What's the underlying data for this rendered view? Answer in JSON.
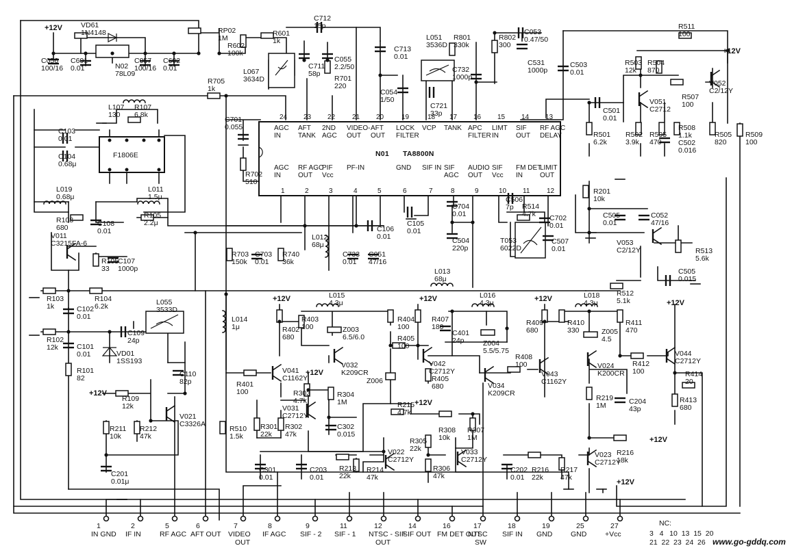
{
  "ic": {
    "ref": "N01",
    "part": "TA8800N",
    "top_pins": [
      {
        "num": "24",
        "l1": "AGC",
        "l2": "IN"
      },
      {
        "num": "23",
        "l1": "AFT",
        "l2": "TANK"
      },
      {
        "num": "22",
        "l1": "2ND",
        "l2": "AGC"
      },
      {
        "num": "21",
        "l1": "VIDEO-",
        "l2": "OUT"
      },
      {
        "num": "20",
        "l1": "AFT",
        "l2": "OUT"
      },
      {
        "num": "19",
        "l1": "LOCK",
        "l2": "FILTER"
      },
      {
        "num": "18",
        "l1": "VCP",
        "l2": ""
      },
      {
        "num": "17",
        "l1": "TANK",
        "l2": ""
      },
      {
        "num": "16",
        "l1": "APC",
        "l2": "FILTER"
      },
      {
        "num": "15",
        "l1": "LIMT",
        "l2": "IN"
      },
      {
        "num": "14",
        "l1": "SIF",
        "l2": "OUT"
      },
      {
        "num": "13",
        "l1": "RF AGC",
        "l2": "DELAY"
      }
    ],
    "bottom_pins": [
      {
        "num": "1",
        "l1": "AGC",
        "l2": "IN"
      },
      {
        "num": "2",
        "l1": "RF AGC",
        "l2": "OUT"
      },
      {
        "num": "3",
        "l1": "PIF",
        "l2": "Vcc"
      },
      {
        "num": "4",
        "l1": "PF-IN",
        "l2": ""
      },
      {
        "num": "5",
        "l1": "",
        "l2": ""
      },
      {
        "num": "6",
        "l1": "GND",
        "l2": ""
      },
      {
        "num": "7",
        "l1": "SIF IN",
        "l2": ""
      },
      {
        "num": "8",
        "l1": "SIF",
        "l2": "AGC"
      },
      {
        "num": "9",
        "l1": "AUDIO",
        "l2": "OUT"
      },
      {
        "num": "10",
        "l1": "SIF",
        "l2": "Vcc"
      },
      {
        "num": "11",
        "l1": "FM DET",
        "l2": "IN"
      },
      {
        "num": "12",
        "l1": "LIMIT",
        "l2": "OUT"
      }
    ]
  },
  "supply": {
    "plus12": "+12V",
    "vcc": "+V",
    "vcc_sub": "cc"
  },
  "components": [
    {
      "id": "vd61",
      "ref": "VD61",
      "val": "1N4148"
    },
    {
      "id": "n02",
      "ref": "N02",
      "val": "78L09"
    },
    {
      "id": "c056",
      "ref": "C056",
      "val": "100/16"
    },
    {
      "id": "c601",
      "ref": "C601",
      "val": "0.01"
    },
    {
      "id": "c057",
      "ref": "C057",
      "val": "100/16"
    },
    {
      "id": "c602",
      "ref": "C602",
      "val": "0.01"
    },
    {
      "id": "rp02",
      "ref": "RP02",
      "val": "1M"
    },
    {
      "id": "r602",
      "ref": "R602",
      "val": "100k"
    },
    {
      "id": "r601",
      "ref": "R601",
      "val": "1k"
    },
    {
      "id": "c712",
      "ref": "C712",
      "val": "15p"
    },
    {
      "id": "l067",
      "ref": "L067",
      "val": "3634D"
    },
    {
      "id": "c711",
      "ref": "C711",
      "val": "58p"
    },
    {
      "id": "c055",
      "ref": "C055",
      "val": "2.2/50"
    },
    {
      "id": "c713",
      "ref": "C713",
      "val": "0.01"
    },
    {
      "id": "r701",
      "ref": "R701",
      "val": "220"
    },
    {
      "id": "r705",
      "ref": "R705",
      "val": "1k"
    },
    {
      "id": "l051",
      "ref": "L051",
      "val": "3536D"
    },
    {
      "id": "c054",
      "ref": "C054",
      "val": "1/50"
    },
    {
      "id": "c721",
      "ref": "C721",
      "val": "33p"
    },
    {
      "id": "r801",
      "ref": "R801",
      "val": "330k"
    },
    {
      "id": "c732",
      "ref": "C732",
      "val": "1000p"
    },
    {
      "id": "r802",
      "ref": "R802",
      "val": "300"
    },
    {
      "id": "c053",
      "ref": "C053",
      "val": "0.47/50"
    },
    {
      "id": "c531",
      "ref": "C531",
      "val": "1000p"
    },
    {
      "id": "c503",
      "ref": "C503",
      "val": "0.01"
    },
    {
      "id": "r511",
      "ref": "R511",
      "val": "100"
    },
    {
      "id": "r503",
      "ref": "R503",
      "val": "12k"
    },
    {
      "id": "r504",
      "ref": "R504",
      "val": "870"
    },
    {
      "id": "v052",
      "ref": "V052",
      "val": "C2/12Y"
    },
    {
      "id": "r507",
      "ref": "R507",
      "val": "100"
    },
    {
      "id": "v051",
      "ref": "V051",
      "val": "C2712"
    },
    {
      "id": "c501",
      "ref": "C501",
      "val": "0.01"
    },
    {
      "id": "r501",
      "ref": "R501",
      "val": "6.2k"
    },
    {
      "id": "r502",
      "ref": "R502",
      "val": "3.9k"
    },
    {
      "id": "r505a",
      "ref": "R505",
      "val": "470"
    },
    {
      "id": "r508",
      "ref": "R508",
      "val": "1.1k"
    },
    {
      "id": "c502",
      "ref": "C502",
      "val": "0.016"
    },
    {
      "id": "r505b",
      "ref": "R505",
      "val": "820"
    },
    {
      "id": "r509",
      "ref": "R509",
      "val": "100"
    },
    {
      "id": "c701",
      "ref": "C701",
      "val": "0.055"
    },
    {
      "id": "r702",
      "ref": "R702",
      "val": "510"
    },
    {
      "id": "l107",
      "ref": "L107",
      "val": "130"
    },
    {
      "id": "r107",
      "ref": "R107",
      "val": "6.8k"
    },
    {
      "id": "c103",
      "ref": "C103",
      "val": "0.01"
    },
    {
      "id": "c104",
      "ref": "C104",
      "val": "0.68μ"
    },
    {
      "id": "f1806e",
      "ref": "",
      "val": "F1806E"
    },
    {
      "id": "l019",
      "ref": "L019",
      "val": "0.68μ"
    },
    {
      "id": "l011",
      "ref": "L011",
      "val": "1.5μ"
    },
    {
      "id": "r105a",
      "ref": "R105",
      "val": "2.2μ"
    },
    {
      "id": "r108",
      "ref": "R108",
      "val": "680"
    },
    {
      "id": "c108",
      "ref": "C108",
      "val": "0.01"
    },
    {
      "id": "c106",
      "ref": "C106",
      "val": "0.01"
    },
    {
      "id": "c105",
      "ref": "C105",
      "val": "0.01"
    },
    {
      "id": "c704",
      "ref": "C704",
      "val": "0.01"
    },
    {
      "id": "c504",
      "ref": "C504",
      "val": "220p"
    },
    {
      "id": "r201",
      "ref": "R201",
      "val": "10k"
    },
    {
      "id": "c505a",
      "ref": "C505",
      "val": "0.01"
    },
    {
      "id": "c052",
      "ref": "C052",
      "val": "47/16"
    },
    {
      "id": "c506",
      "ref": "C506",
      "val": "7p"
    },
    {
      "id": "r514",
      "ref": "R514",
      "val": "4.7k"
    },
    {
      "id": "c702",
      "ref": "C702",
      "val": "0.01"
    },
    {
      "id": "t053",
      "ref": "T053",
      "val": "6022D"
    },
    {
      "id": "c507",
      "ref": "C507",
      "val": "0.01"
    },
    {
      "id": "v053",
      "ref": "V053",
      "val": "C2/12Y"
    },
    {
      "id": "r513",
      "ref": "R513",
      "val": "5.6k"
    },
    {
      "id": "c505b",
      "ref": "C505",
      "val": "0.015"
    },
    {
      "id": "r512",
      "ref": "R512",
      "val": "5.1k"
    },
    {
      "id": "v011",
      "ref": "V011",
      "val": "C3215FA-6"
    },
    {
      "id": "r105b",
      "ref": "R105",
      "val": "33"
    },
    {
      "id": "c107",
      "ref": "C107",
      "val": "1000p"
    },
    {
      "id": "r703",
      "ref": "R703",
      "val": "150k"
    },
    {
      "id": "c703",
      "ref": "C703",
      "val": "0.01"
    },
    {
      "id": "r740",
      "ref": "R740",
      "val": "36k"
    },
    {
      "id": "l012",
      "ref": "L012",
      "val": "68μ"
    },
    {
      "id": "c733",
      "ref": "C733",
      "val": "0.01"
    },
    {
      "id": "c051",
      "ref": "C051",
      "val": "47/16"
    },
    {
      "id": "l013",
      "ref": "L013",
      "val": "68μ"
    },
    {
      "id": "r103",
      "ref": "R103",
      "val": "1k"
    },
    {
      "id": "r104",
      "ref": "R104",
      "val": "6.2k"
    },
    {
      "id": "c102",
      "ref": "C102",
      "val": "0.01"
    },
    {
      "id": "l055",
      "ref": "L055",
      "val": "3533D"
    },
    {
      "id": "r102",
      "ref": "R102",
      "val": "12k"
    },
    {
      "id": "c109",
      "ref": "C109",
      "val": "24p"
    },
    {
      "id": "vd01",
      "ref": "VD01",
      "val": "1SS193"
    },
    {
      "id": "c101",
      "ref": "C101",
      "val": "0.01"
    },
    {
      "id": "r101",
      "ref": "R101",
      "val": "82"
    },
    {
      "id": "c110",
      "ref": "C110",
      "val": "82p"
    },
    {
      "id": "r109",
      "ref": "R109",
      "val": "12k"
    },
    {
      "id": "v021",
      "ref": "V021",
      "val": "C3326A"
    },
    {
      "id": "r211",
      "ref": "R211",
      "val": "10k"
    },
    {
      "id": "r212",
      "ref": "R212",
      "val": "47k"
    },
    {
      "id": "c201",
      "ref": "C201",
      "val": "0.01μ"
    },
    {
      "id": "l014",
      "ref": "L014",
      "val": "1μ"
    },
    {
      "id": "r510",
      "ref": "R510",
      "val": "1.5k"
    },
    {
      "id": "l015",
      "ref": "L015",
      "val": "4.3μ"
    },
    {
      "id": "r403",
      "ref": "R403",
      "val": "100"
    },
    {
      "id": "z003",
      "ref": "Z003",
      "val": "6.5/6.0"
    },
    {
      "id": "r402",
      "ref": "R402",
      "val": "680"
    },
    {
      "id": "r404",
      "ref": "R404",
      "val": "100"
    },
    {
      "id": "r401",
      "ref": "R401",
      "val": "100"
    },
    {
      "id": "v041",
      "ref": "V041",
      "val": "C1162Y"
    },
    {
      "id": "v032",
      "ref": "V032",
      "val": "K209CR"
    },
    {
      "id": "r405a",
      "ref": "R405",
      "val": "100"
    },
    {
      "id": "z006",
      "ref": "Z006",
      "val": ""
    },
    {
      "id": "r407",
      "ref": "R407",
      "val": "180"
    },
    {
      "id": "v042",
      "ref": "V042",
      "val": "C2712Y"
    },
    {
      "id": "l016",
      "ref": "L016",
      "val": "4.3μ"
    },
    {
      "id": "c401",
      "ref": "C401",
      "val": "24p"
    },
    {
      "id": "z004",
      "ref": "Z004",
      "val": "5.5/5.75"
    },
    {
      "id": "r405b",
      "ref": "R405",
      "val": "680"
    },
    {
      "id": "r408",
      "ref": "R408",
      "val": "100"
    },
    {
      "id": "v034",
      "ref": "V034",
      "val": "K209CR"
    },
    {
      "id": "r409",
      "ref": "R409",
      "val": "680"
    },
    {
      "id": "v043",
      "ref": "V043",
      "val": "C1162Y"
    },
    {
      "id": "l018",
      "ref": "L018",
      "val": "4.3μ"
    },
    {
      "id": "r410",
      "ref": "R410",
      "val": "330"
    },
    {
      "id": "z005",
      "ref": "Z005",
      "val": "4.5"
    },
    {
      "id": "r411",
      "ref": "R411",
      "val": "470"
    },
    {
      "id": "v024",
      "ref": "V024",
      "val": "K200CR"
    },
    {
      "id": "r412",
      "ref": "R412",
      "val": "100"
    },
    {
      "id": "v044",
      "ref": "V044",
      "val": "C2712Y"
    },
    {
      "id": "r414",
      "ref": "R414",
      "val": "20"
    },
    {
      "id": "r413",
      "ref": "R413",
      "val": "680"
    },
    {
      "id": "r219",
      "ref": "R219",
      "val": "1M"
    },
    {
      "id": "c204",
      "ref": "C204",
      "val": "43p"
    },
    {
      "id": "r303",
      "ref": "R303",
      "val": "4.7k"
    },
    {
      "id": "r304",
      "ref": "R304",
      "val": "1M"
    },
    {
      "id": "v031",
      "ref": "V031",
      "val": "C2712Y"
    },
    {
      "id": "r301",
      "ref": "R301",
      "val": "22k"
    },
    {
      "id": "r302",
      "ref": "R302",
      "val": "47k"
    },
    {
      "id": "c302",
      "ref": "C302",
      "val": "0.015"
    },
    {
      "id": "r215",
      "ref": "R215",
      "val": "4.7k"
    },
    {
      "id": "r308",
      "ref": "R308",
      "val": "10k"
    },
    {
      "id": "r307",
      "ref": "R307",
      "val": "1M"
    },
    {
      "id": "r305",
      "ref": "R305",
      "val": "22k"
    },
    {
      "id": "v022",
      "ref": "V022",
      "val": "C2712Y"
    },
    {
      "id": "v033",
      "ref": "V033",
      "val": "C2712Y"
    },
    {
      "id": "r306",
      "ref": "R306",
      "val": "47k"
    },
    {
      "id": "c301",
      "ref": "C301",
      "val": "0.01"
    },
    {
      "id": "c203",
      "ref": "C203",
      "val": "0.01"
    },
    {
      "id": "r213",
      "ref": "R213",
      "val": "22k"
    },
    {
      "id": "r214",
      "ref": "R214",
      "val": "47k"
    },
    {
      "id": "c202",
      "ref": "C202",
      "val": "0.01"
    },
    {
      "id": "r216a",
      "ref": "R216",
      "val": "22k"
    },
    {
      "id": "r217",
      "ref": "R217",
      "val": "47k"
    },
    {
      "id": "v023",
      "ref": "V023",
      "val": "C2712Y"
    },
    {
      "id": "r216b",
      "ref": "R216",
      "val": "18k"
    }
  ],
  "terminals": [
    {
      "num": "1",
      "l1": "IN GND",
      "l2": ""
    },
    {
      "num": "2",
      "l1": "IF IN",
      "l2": ""
    },
    {
      "num": "5",
      "l1": "RF AGC",
      "l2": ""
    },
    {
      "num": "6",
      "l1": "AFT OUT",
      "l2": ""
    },
    {
      "num": "7",
      "l1": "VIDEO",
      "l2": "OUT"
    },
    {
      "num": "8",
      "l1": "IF AGC",
      "l2": ""
    },
    {
      "num": "9",
      "l1": "SIF - 2",
      "l2": ""
    },
    {
      "num": "11",
      "l1": "SIF - 1",
      "l2": ""
    },
    {
      "num": "12",
      "l1": "NTSC - SIF",
      "l2": "OUT"
    },
    {
      "num": "14",
      "l1": "SIF OUT",
      "l2": ""
    },
    {
      "num": "16",
      "l1": "FM DET OUT",
      "l2": ""
    },
    {
      "num": "17",
      "l1": "NTSC",
      "l2": "SW"
    },
    {
      "num": "18",
      "l1": "SIF IN",
      "l2": ""
    },
    {
      "num": "19",
      "l1": "GND",
      "l2": ""
    },
    {
      "num": "25",
      "l1": "GND",
      "l2": ""
    },
    {
      "num": "27",
      "l1": "+Vcc",
      "l2": ""
    }
  ],
  "nc": {
    "label": "NC:",
    "row1": "3   4   10  13  15  20",
    "row2": "21  22  23  24  26"
  },
  "watermark": "www.go-gddq.com"
}
